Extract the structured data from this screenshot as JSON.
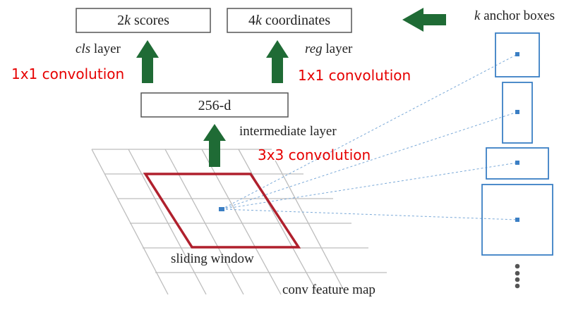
{
  "boxes": {
    "scores": {
      "num": "2",
      "k": "k",
      "text": " scores"
    },
    "coords": {
      "num": "4",
      "k": "k",
      "text": " coordinates"
    },
    "intermediate": "256-d"
  },
  "labels": {
    "cls_italic": "cls",
    "cls_rest": " layer",
    "reg_italic": "reg",
    "reg_rest": " layer",
    "intermediate_layer": "intermediate layer",
    "anchor_k": "k",
    "anchor_rest": " anchor boxes",
    "sliding_window": "sliding window",
    "feature_map": "conv feature map"
  },
  "annotations": {
    "conv_cls": "1x1 convolution",
    "conv_reg": "1x1 convolution",
    "conv_inter": "3x3 convolution"
  },
  "colors": {
    "arrow": "#1f6b35",
    "window": "#b0202d",
    "anchor": "#3b7fc4",
    "annotation": "#e60000",
    "grid": "#bdbdbd"
  }
}
